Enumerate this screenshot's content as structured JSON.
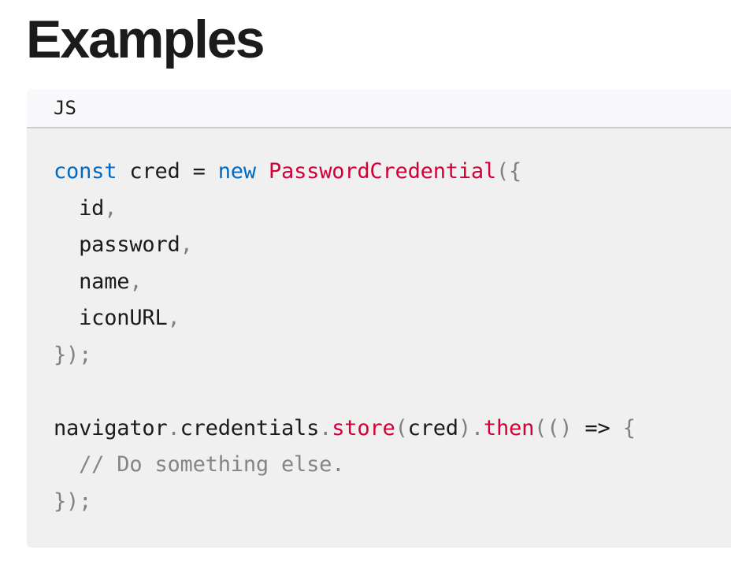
{
  "page": {
    "heading": "Examples"
  },
  "code_example": {
    "language_label": "JS",
    "colors": {
      "keyword": "#0069c2",
      "function": "#d30038",
      "operator": "#1b1b1b",
      "punctuation": "#808080",
      "comment": "#858585",
      "default": "#1b1b1b",
      "header_bg": "#f9f9fb",
      "code_bg": "#f0f0f1",
      "border": "#cdcdcd",
      "heading_text": "#1b1b1b"
    },
    "lines": [
      [
        {
          "t": "const",
          "c": "keyword"
        },
        {
          "t": " cred "
        },
        {
          "t": "=",
          "c": "operator"
        },
        {
          "t": " "
        },
        {
          "t": "new",
          "c": "keyword"
        },
        {
          "t": " "
        },
        {
          "t": "PasswordCredential",
          "c": "function"
        },
        {
          "t": "({",
          "c": "punctuation"
        }
      ],
      [
        {
          "t": "  id"
        },
        {
          "t": ",",
          "c": "punctuation"
        }
      ],
      [
        {
          "t": "  password"
        },
        {
          "t": ",",
          "c": "punctuation"
        }
      ],
      [
        {
          "t": "  name"
        },
        {
          "t": ",",
          "c": "punctuation"
        }
      ],
      [
        {
          "t": "  iconURL"
        },
        {
          "t": ",",
          "c": "punctuation"
        }
      ],
      [
        {
          "t": "});",
          "c": "punctuation"
        }
      ],
      [],
      [
        {
          "t": "navigator"
        },
        {
          "t": ".",
          "c": "punctuation"
        },
        {
          "t": "credentials"
        },
        {
          "t": ".",
          "c": "punctuation"
        },
        {
          "t": "store",
          "c": "function"
        },
        {
          "t": "(",
          "c": "punctuation"
        },
        {
          "t": "cred"
        },
        {
          "t": ")",
          "c": "punctuation"
        },
        {
          "t": ".",
          "c": "punctuation"
        },
        {
          "t": "then",
          "c": "function"
        },
        {
          "t": "(()",
          "c": "punctuation"
        },
        {
          "t": " "
        },
        {
          "t": "=>",
          "c": "operator"
        },
        {
          "t": " "
        },
        {
          "t": "{",
          "c": "punctuation"
        }
      ],
      [
        {
          "t": "  // Do something else.",
          "c": "comment"
        }
      ],
      [
        {
          "t": "});",
          "c": "punctuation"
        }
      ]
    ]
  }
}
